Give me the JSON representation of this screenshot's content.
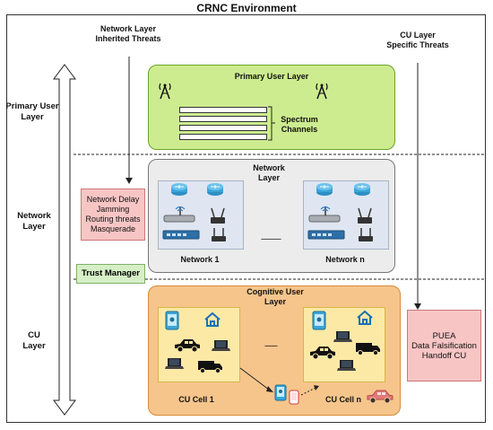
{
  "title": "CRNC Environment",
  "left_labels": {
    "primary": "Primary User Layer",
    "network": "Network Layer",
    "cu": "CU Layer"
  },
  "top_labels": {
    "network_inherited": "Network Layer Inherited Threats",
    "cu_specific": "CU Layer Specific Threats"
  },
  "primary_user_layer": {
    "title": "Primary User Layer",
    "spectrum": "Spectrum Channels"
  },
  "network_layer": {
    "title": "Network Layer",
    "network1": "Network 1",
    "networkn": "Network n",
    "ellipsis": "-----------"
  },
  "network_threats": [
    "Network Delay",
    "Jamming",
    "Routing threats",
    "Masquerade"
  ],
  "trust_manager": "Trust Manager",
  "cognitive_user_layer": {
    "title": "Cognitive User Layer",
    "cell1": "CU Cell 1",
    "celln": "CU Cell n",
    "ellipsis": "-------"
  },
  "cu_threats": [
    "PUEA",
    "Data Falsification",
    "Handoff CU"
  ],
  "colors": {
    "primary_fill": "#cdec8f",
    "network_fill": "#ececec",
    "cognitive_fill": "#f6c58c",
    "threat_fill": "#f8c5c5",
    "trust_fill": "#d6efc6"
  },
  "icons": [
    "tower-icon",
    "router-icon",
    "wifi-router-icon",
    "switch-icon",
    "tablet-icon",
    "home-icon",
    "car-icon",
    "laptop-icon",
    "truck-icon"
  ]
}
